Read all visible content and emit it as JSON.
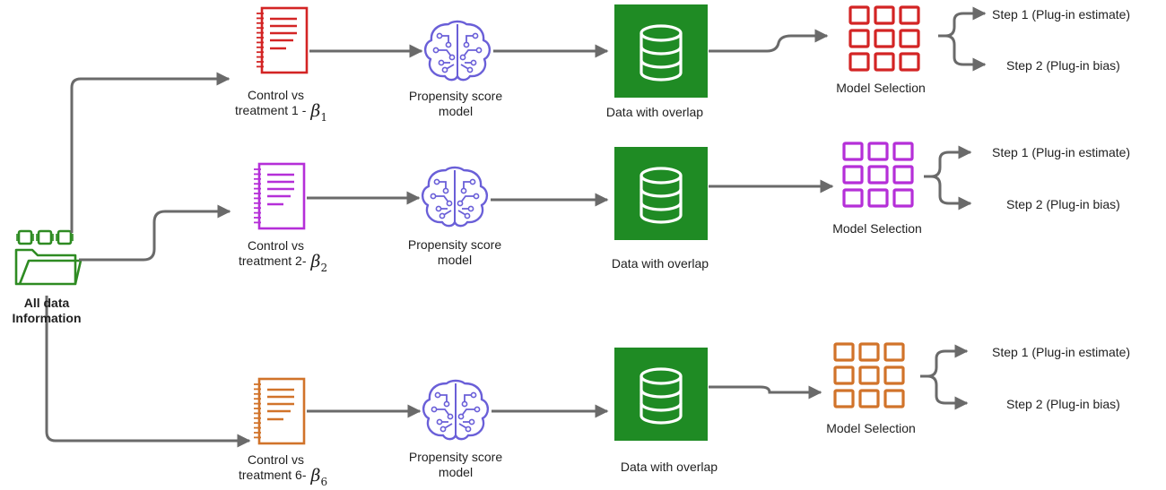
{
  "source": {
    "line1": "All data",
    "line2": "Information"
  },
  "rows": [
    {
      "color": "#d32424",
      "contrast": {
        "line1": "Control vs",
        "line2": "treatment 1 -",
        "beta": "β",
        "beta_sub": "1"
      },
      "propensity": {
        "line1": "Propensity score",
        "line2": "model"
      },
      "data": "Data with overlap",
      "selection": "Model Selection",
      "step1": "Step 1 (Plug-in estimate)",
      "step2": "Step 2 (Plug-in bias)"
    },
    {
      "color": "#b52fd8",
      "contrast": {
        "line1": "Control vs",
        "line2": "treatment 2-",
        "beta": "β",
        "beta_sub": "2"
      },
      "propensity": {
        "line1": "Propensity score",
        "line2": "model"
      },
      "data": "Data with overlap",
      "selection": "Model Selection",
      "step1": "Step 1 (Plug-in estimate)",
      "step2": "Step 2 (Plug-in bias)"
    },
    {
      "color": "#d1732a",
      "contrast": {
        "line1": "Control vs",
        "line2": "treatment 6-",
        "beta": "β",
        "beta_sub": "6"
      },
      "propensity": {
        "line1": "Propensity score",
        "line2": "model"
      },
      "data": "Data with overlap",
      "selection": "Model Selection",
      "step1": "Step 1 (Plug-in estimate)",
      "step2": "Step 2 (Plug-in bias)"
    }
  ],
  "colors": {
    "arrow": "#6a6a6a",
    "brain": "#6a5fd8",
    "database_bg": "#1f8b24",
    "source": "#2e8b22"
  }
}
